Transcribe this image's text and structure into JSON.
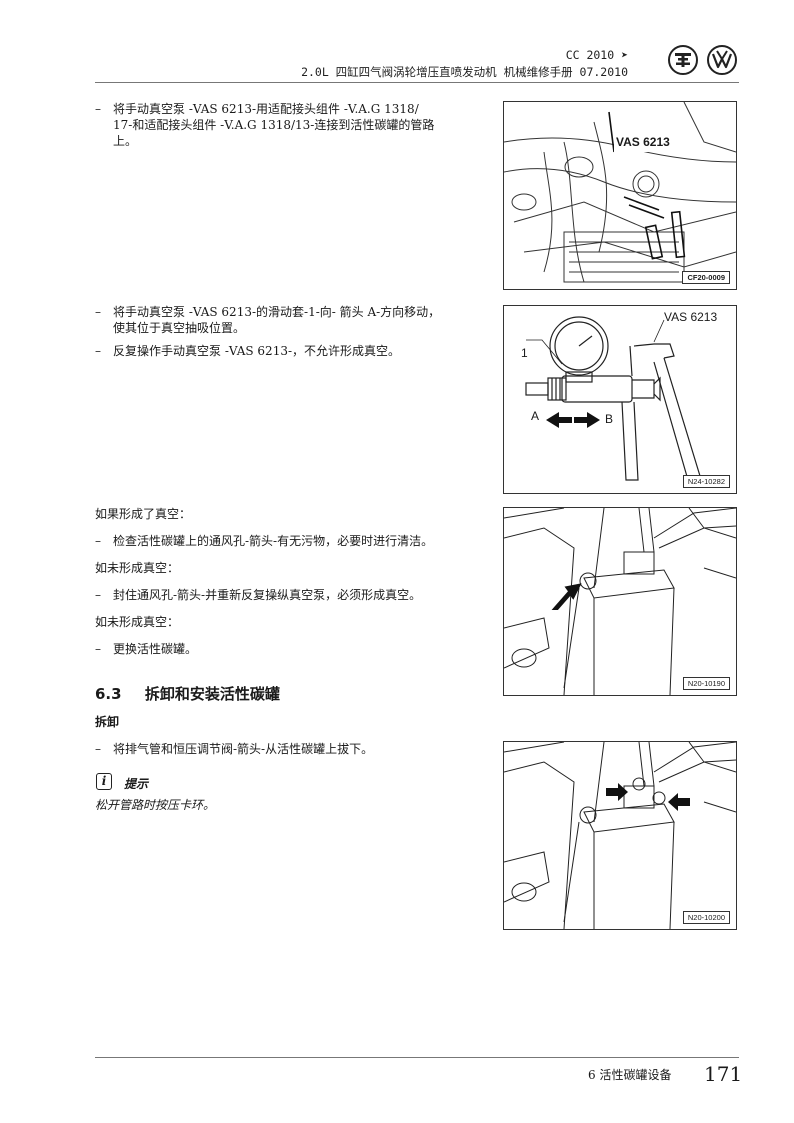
{
  "header": {
    "line1": "CC 2010 ➤",
    "line2": "2.0L 四缸四气阀涡轮增压直喷发动机 机械维修手册 07.2010"
  },
  "steps": {
    "s1_line1": "将手动真空泵 -VAS 6213-用适配接头组件 -V.A.G 1318/",
    "s1_line2": "17-和适配接头组件 -V.A.G 1318/13-连接到活性碳罐的管路",
    "s1_line3": "上。",
    "s2_line1": "将手动真空泵 -VAS 6213-的滑动套-1-向- 箭头 A-方向移动，",
    "s2_line2": "使其位于真空抽吸位置。",
    "s3": "反复操作手动真空泵 -VAS 6213-，不允许形成真空。",
    "cond1": "如果形成了真空：",
    "s4": "检查活性碳罐上的通风孔-箭头-有无污物，必要时进行清洁。",
    "cond2": "如未形成真空：",
    "s5": "封住通风孔-箭头-并重新反复操纵真空泵，必须形成真空。",
    "cond3": "如未形成真空：",
    "s6": "更换活性碳罐。",
    "dash": "–"
  },
  "section": {
    "number": "6.3",
    "title": "拆卸和安装活性碳罐"
  },
  "removal": {
    "heading": "拆卸",
    "step": "将排气管和恒压调节阀-箭头-从活性碳罐上拔下。"
  },
  "note": {
    "icon": "i",
    "title": "提示",
    "text": "松开管路时按压卡环。"
  },
  "figures": {
    "fig1": {
      "label": "VAS 6213",
      "tag": "CF20-0009"
    },
    "fig2": {
      "label": "VAS 6213",
      "callout": "1",
      "arrow_a": "A",
      "arrow_b": "B",
      "tag": "N24-10282"
    },
    "fig3": {
      "tag": "N20-10190"
    },
    "fig4": {
      "tag": "N20-10200"
    }
  },
  "footer": {
    "chapter": "6   活性碳罐设备",
    "page": "171"
  }
}
